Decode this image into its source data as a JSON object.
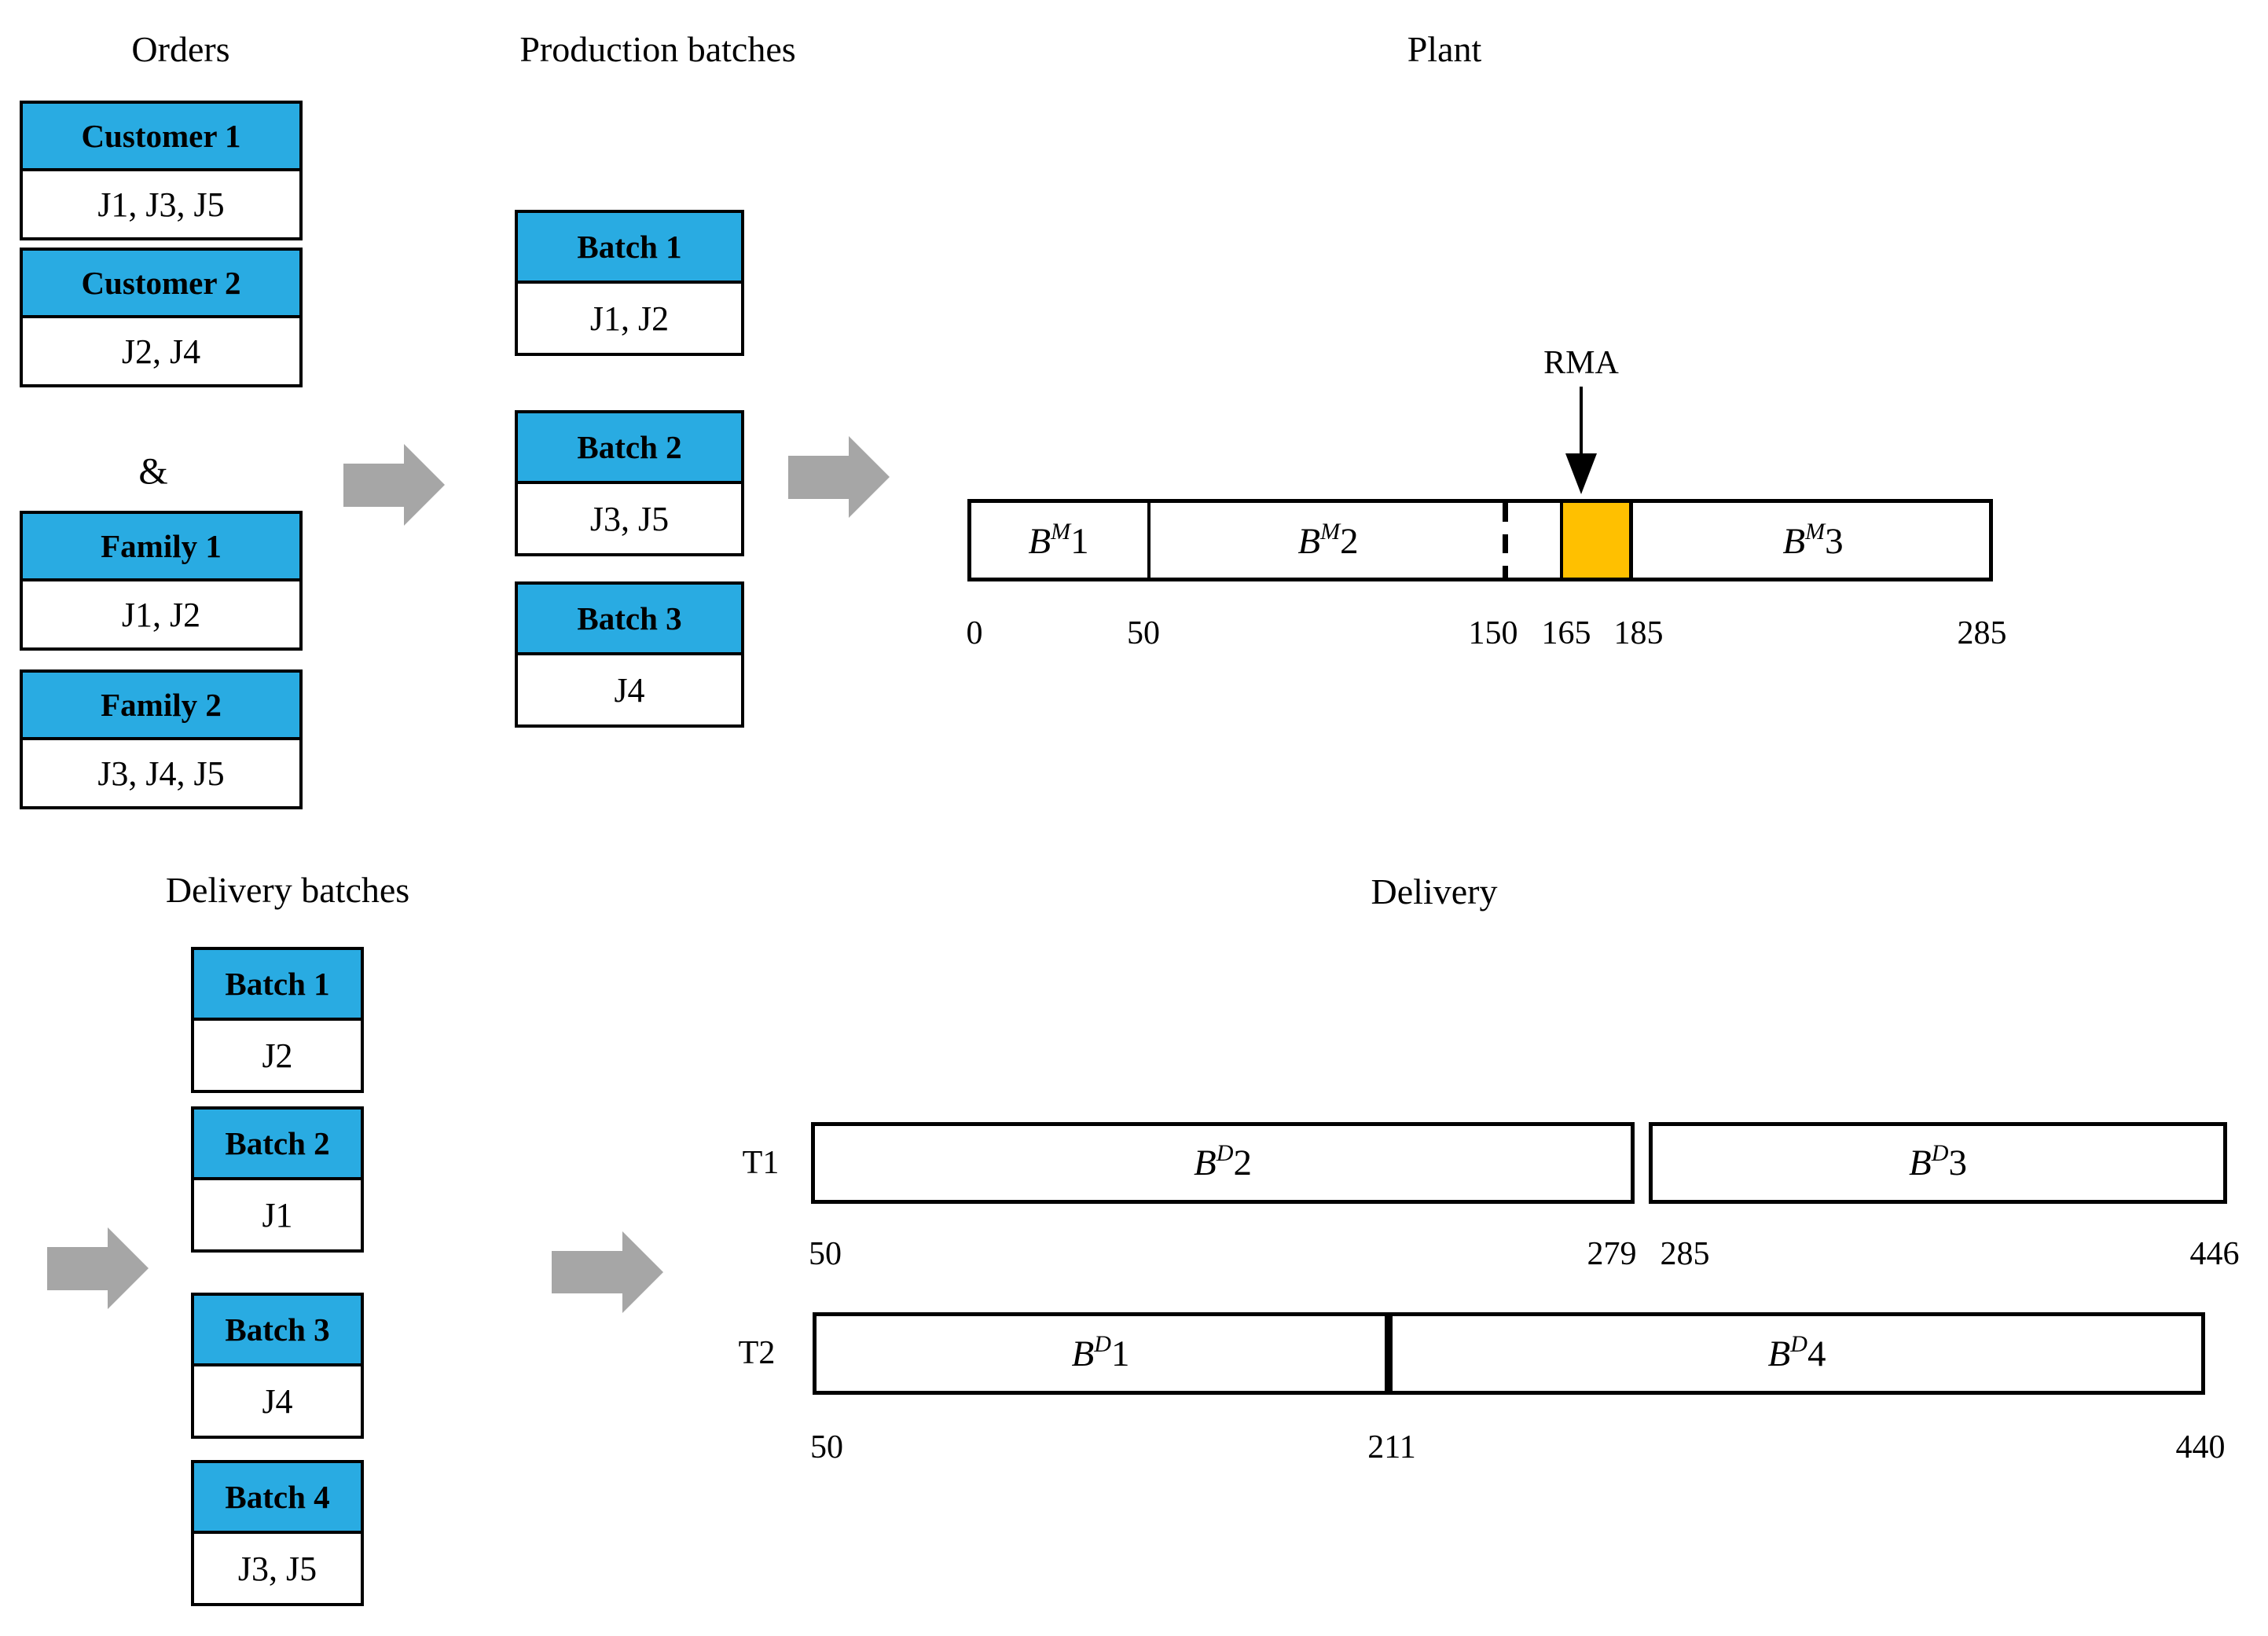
{
  "titles": {
    "orders": "Orders",
    "production_batches": "Production batches",
    "plant": "Plant",
    "delivery_batches": "Delivery batches",
    "delivery": "Delivery"
  },
  "orders": {
    "ampersand": "&",
    "cards": [
      {
        "header": "Customer 1",
        "jobs": "J1, J3, J5"
      },
      {
        "header": "Customer 2",
        "jobs": "J2, J4"
      },
      {
        "header": "Family 1",
        "jobs": "J1, J2"
      },
      {
        "header": "Family 2",
        "jobs": "J3, J4, J5"
      }
    ]
  },
  "production_batches": {
    "cards": [
      {
        "header": "Batch 1",
        "jobs": "J1, J2"
      },
      {
        "header": "Batch 2",
        "jobs": "J3, J5"
      },
      {
        "header": "Batch 3",
        "jobs": "J4"
      }
    ]
  },
  "delivery_batches": {
    "cards": [
      {
        "header": "Batch 1",
        "jobs": "J2"
      },
      {
        "header": "Batch 2",
        "jobs": "J1"
      },
      {
        "header": "Batch 3",
        "jobs": "J4"
      },
      {
        "header": "Batch 4",
        "jobs": "J3, J5"
      }
    ]
  },
  "plant": {
    "rma_label": "RMA",
    "segments": [
      {
        "base": "B",
        "sup": "M",
        "num": "1"
      },
      {
        "base": "B",
        "sup": "M",
        "num": "2"
      },
      {
        "base": "B",
        "sup": "M",
        "num": "3"
      }
    ],
    "axis_ticks": [
      "0",
      "50",
      "150",
      "165",
      "185",
      "285"
    ]
  },
  "delivery": {
    "rows": [
      {
        "label": "T1",
        "boxes": [
          {
            "base": "B",
            "sup": "D",
            "num": "2"
          },
          {
            "base": "B",
            "sup": "D",
            "num": "3"
          }
        ],
        "ticks": [
          "50",
          "279",
          "285",
          "446"
        ]
      },
      {
        "label": "T2",
        "boxes": [
          {
            "base": "B",
            "sup": "D",
            "num": "1"
          },
          {
            "base": "B",
            "sup": "D",
            "num": "4"
          }
        ],
        "ticks": [
          "50",
          "211",
          "440"
        ]
      }
    ]
  },
  "colors": {
    "card_header_fill": "#29ABE2",
    "rma_fill": "#FFC000",
    "arrow_fill": "#A6A6A6",
    "outline": "#000000"
  }
}
